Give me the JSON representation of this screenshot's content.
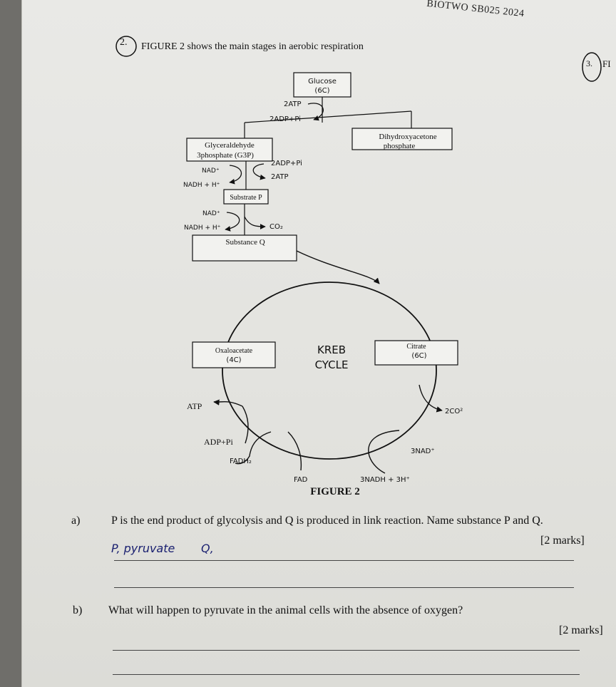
{
  "header": {
    "code": "BIOTWO SB025 2024"
  },
  "question": {
    "number": "2.",
    "title": "FIGURE 2 shows the main stages in aerobic respiration",
    "next_number": "3.",
    "next_title_partial": "FI"
  },
  "figure": {
    "glucose": "Glucose",
    "glucose_c": "(6C)",
    "atp_in": "2ATP",
    "adp_out": "2ADP+Pi",
    "g3p_line1": "Glyceraldehyde",
    "g3p_line2": "3phosphate (G3P)",
    "dhap_line1": "Dihydroxyacetone",
    "dhap_line2": "phosphate",
    "nad_1": "NAD⁺",
    "nadh_1": "NADH + H⁺",
    "adp_in_2": "2ADP+Pi",
    "atp_out_2": "2ATP",
    "substrate_p": "Substrate P",
    "nad_2": "NAD⁺",
    "nadh_2": "NADH + H⁺",
    "co2_link": "CO₂",
    "substance_q": "Substance Q",
    "kreb_1": "KREB",
    "kreb_2": "CYCLE",
    "oxaloacetate": "Oxaloacetate",
    "oxaloacetate_c": "(4C)",
    "citrate": "Citrate",
    "citrate_c": "(6C)",
    "atp_k": "ATP",
    "adp_k": "ADP+Pi",
    "fadh2": "FADH₂",
    "fad": "FAD",
    "co2_k": "2CO²",
    "nad_k": "3NAD⁺",
    "nadh_k": "3NADH + 3H⁺",
    "caption": "FIGURE 2"
  },
  "part_a": {
    "label": "a)",
    "text": "P is the end product of glycolysis and Q is produced in link reaction. Name substance P and Q.",
    "marks": "[2 marks]",
    "answer_p": "P, pyruvate",
    "answer_q": "Q,"
  },
  "part_b": {
    "label": "b)",
    "text": "What will happen to pyruvate in the animal cells with the absence of oxygen?",
    "marks": "[2 marks]"
  }
}
